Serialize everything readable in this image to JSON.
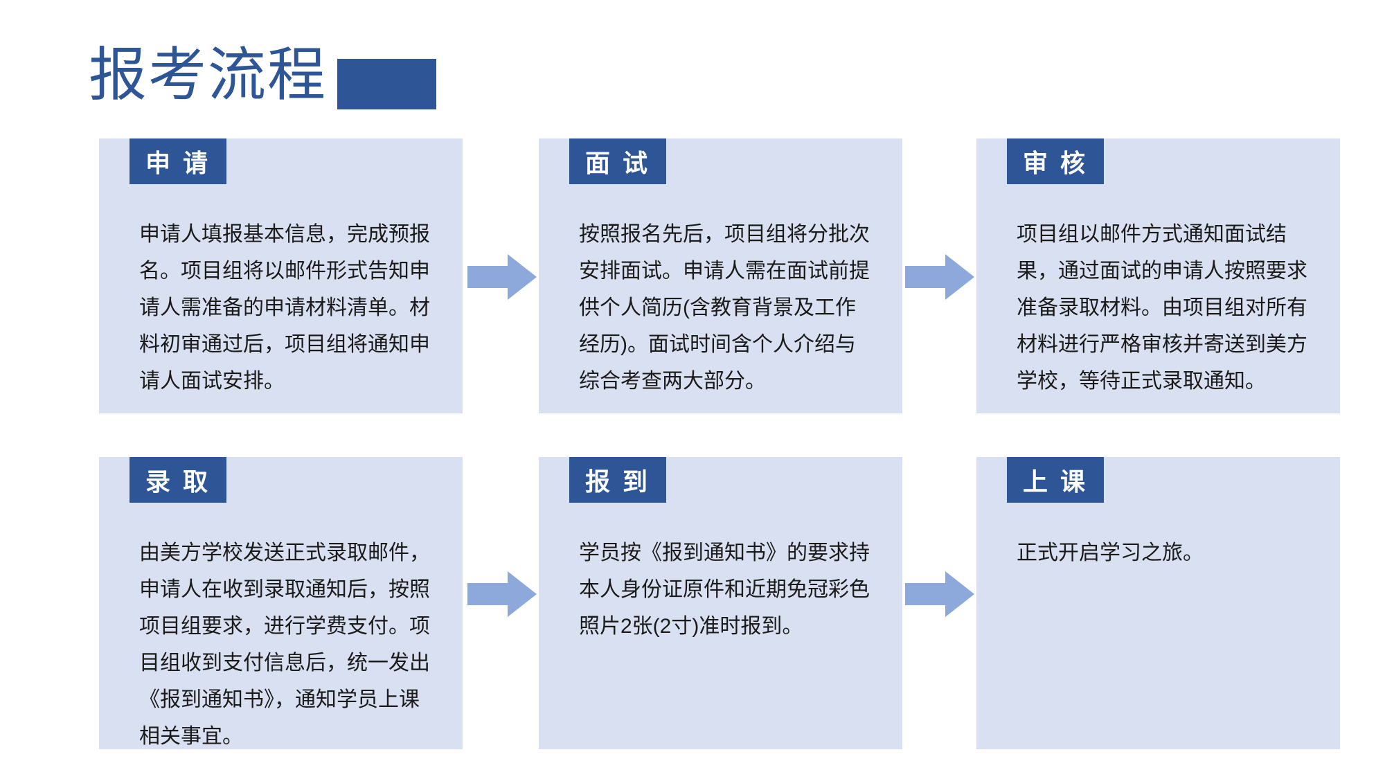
{
  "slide": {
    "title": "报考流程",
    "colors": {
      "accent": "#2e5596",
      "card_background": "#d9e0f1",
      "arrow": "#8da9dc",
      "body_text": "#1a1a1a"
    }
  },
  "steps": [
    {
      "label": "申 请",
      "description": "申请人填报基本信息，完成预报名。项目组将以邮件形式告知申请人需准备的申请材料清单。材料初审通过后，项目组将通知申请人面试安排。"
    },
    {
      "label": "面 试",
      "description": "按照报名先后，项目组将分批次安排面试。申请人需在面试前提供个人简历(含教育背景及工作经历)。面试时间含个人介绍与综合考查两大部分。"
    },
    {
      "label": "审 核",
      "description": "项目组以邮件方式通知面试结果，通过面试的申请人按照要求准备录取材料。由项目组对所有材料进行严格审核并寄送到美方学校，等待正式录取通知。"
    },
    {
      "label": "录 取",
      "description": "由美方学校发送正式录取邮件，申请人在收到录取通知后，按照项目组要求，进行学费支付。项目组收到支付信息后，统一发出《报到通知书》，通知学员上课相关事宜。"
    },
    {
      "label": "报 到",
      "description": "学员按《报到通知书》的要求持本人身份证原件和近期免冠彩色照片2张(2寸)准时报到。"
    },
    {
      "label": "上 课",
      "description": "正式开启学习之旅。"
    }
  ]
}
